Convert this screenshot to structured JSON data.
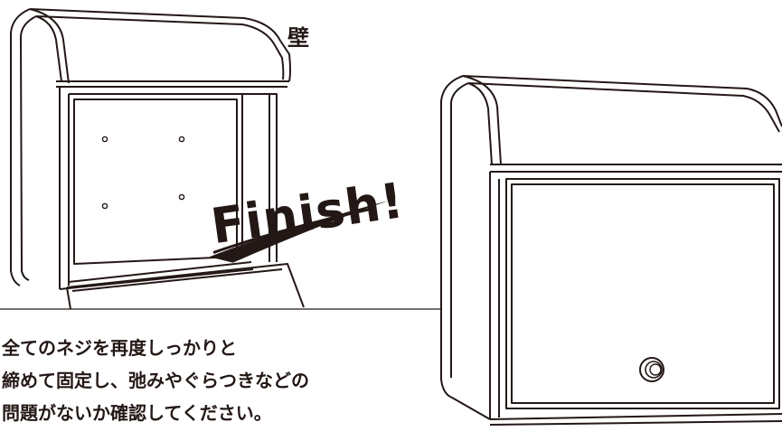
{
  "labels": {
    "wall": "壁",
    "finish": "Finish!"
  },
  "instructions": [
    "全てのネジを再度しっかりと",
    "締めて固定し、弛みやぐらつきなどの",
    "問題がないか確認してください。"
  ],
  "colors": {
    "ink": "#231815",
    "background": "#ffffff"
  },
  "icons": {
    "mailbox_open_back": "open-mailbox-back-panel-illustration",
    "mailbox_closed": "closed-mailbox-illustration",
    "screw_hole": "screw-hole-icon",
    "lock": "lock-icon"
  }
}
